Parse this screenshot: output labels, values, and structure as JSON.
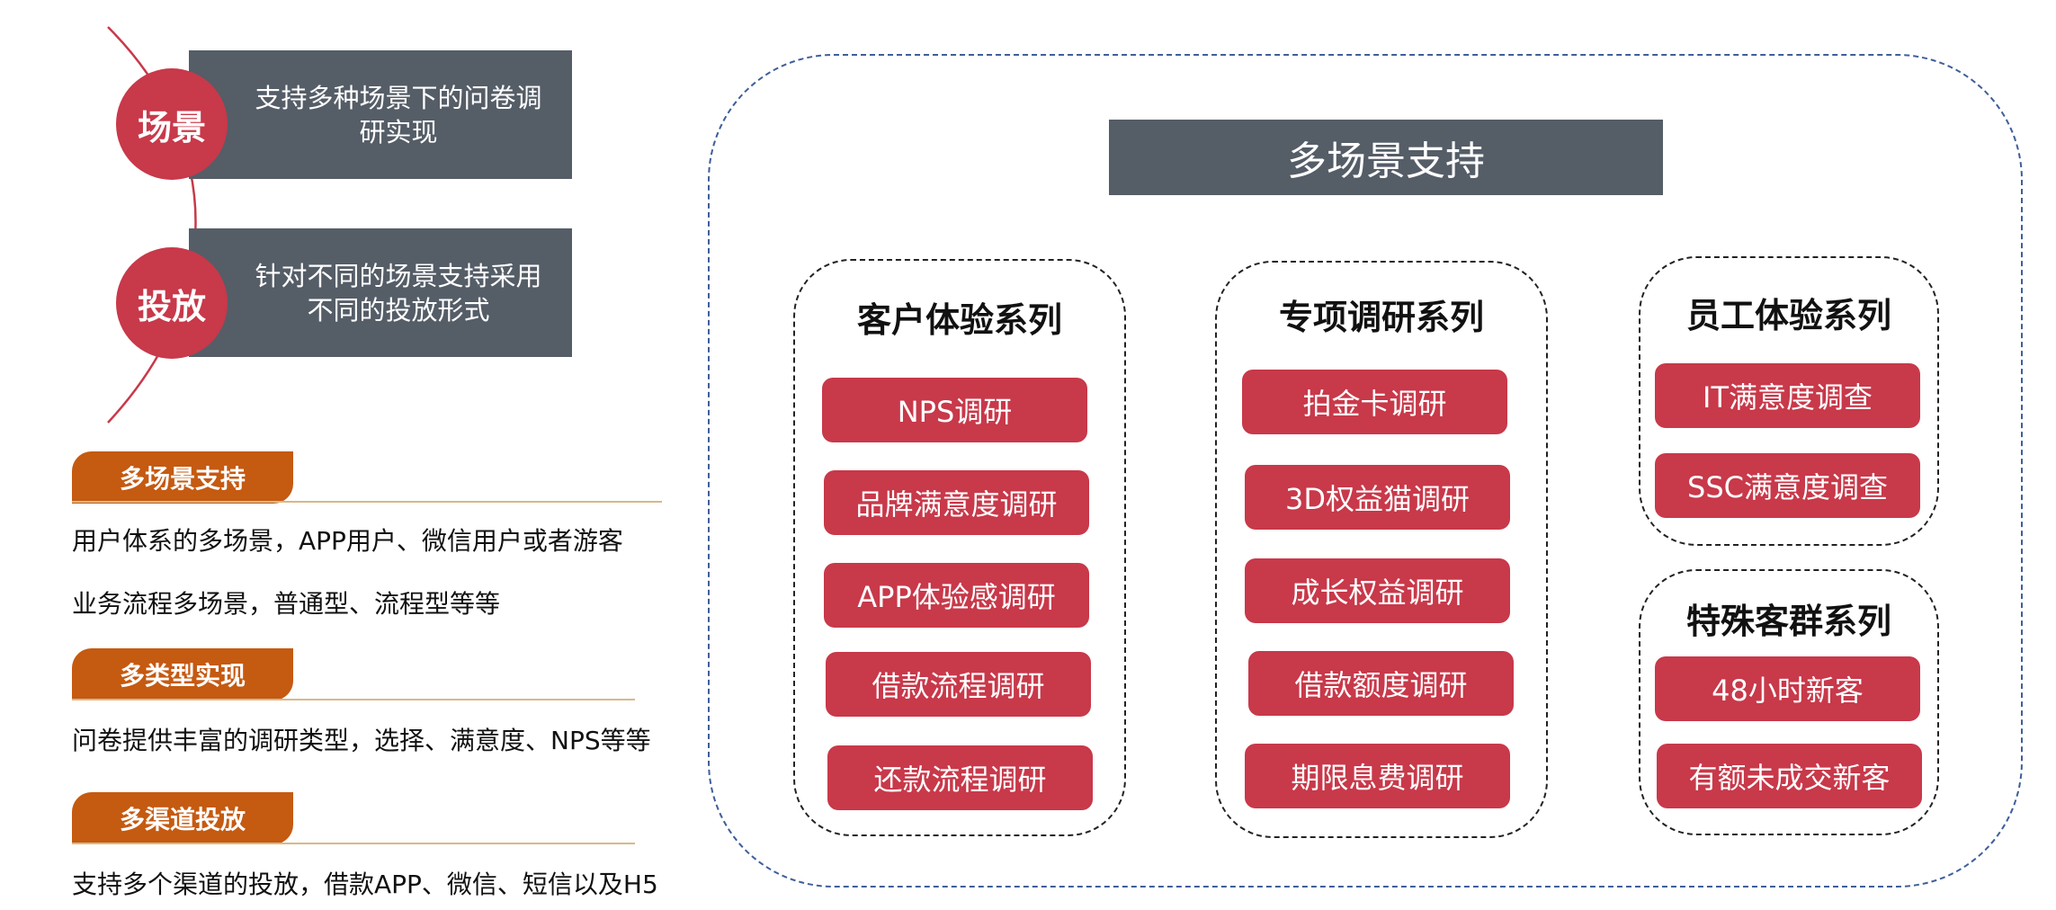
{
  "scenes": [
    {
      "badge": "场景",
      "line1": "支持多种场景下的问卷调",
      "line2": "研实现"
    },
    {
      "badge": "投放",
      "line1": "针对不同的场景支持采用",
      "line2": "不同的投放形式"
    }
  ],
  "sections": [
    {
      "tag": "多场景支持",
      "lines": [
        "用户体系的多场景，APP用户、微信用户或者游客",
        "业务流程多场景，普通型、流程型等等"
      ]
    },
    {
      "tag": "多类型实现",
      "lines": [
        "问卷提供丰富的调研类型，选择、满意度、NPS等等"
      ]
    },
    {
      "tag": "多渠道投放",
      "lines": [
        "支持多个渠道的投放，借款APP、微信、短信以及H5"
      ]
    }
  ],
  "main_title": "多场景支持",
  "groups": [
    {
      "title": "客户体验系列",
      "items": [
        "NPS调研",
        "品牌满意度调研",
        "APP体验感调研",
        "借款流程调研",
        "还款流程调研"
      ]
    },
    {
      "title": "专项调研系列",
      "items": [
        "拍金卡调研",
        "3D权益猫调研",
        "成长权益调研",
        "借款额度调研",
        "期限息费调研"
      ]
    },
    {
      "title": "员工体验系列",
      "items": [
        "IT满意度调查",
        "SSC满意度调查"
      ]
    },
    {
      "title": "特殊客群系列",
      "items": [
        "48小时新客",
        "有额未成交新客"
      ]
    }
  ],
  "colors": {
    "accent_red": "#c8394a",
    "slate": "#555d67",
    "orange": "#c55a11",
    "frame_blue": "#3f5e9a"
  }
}
